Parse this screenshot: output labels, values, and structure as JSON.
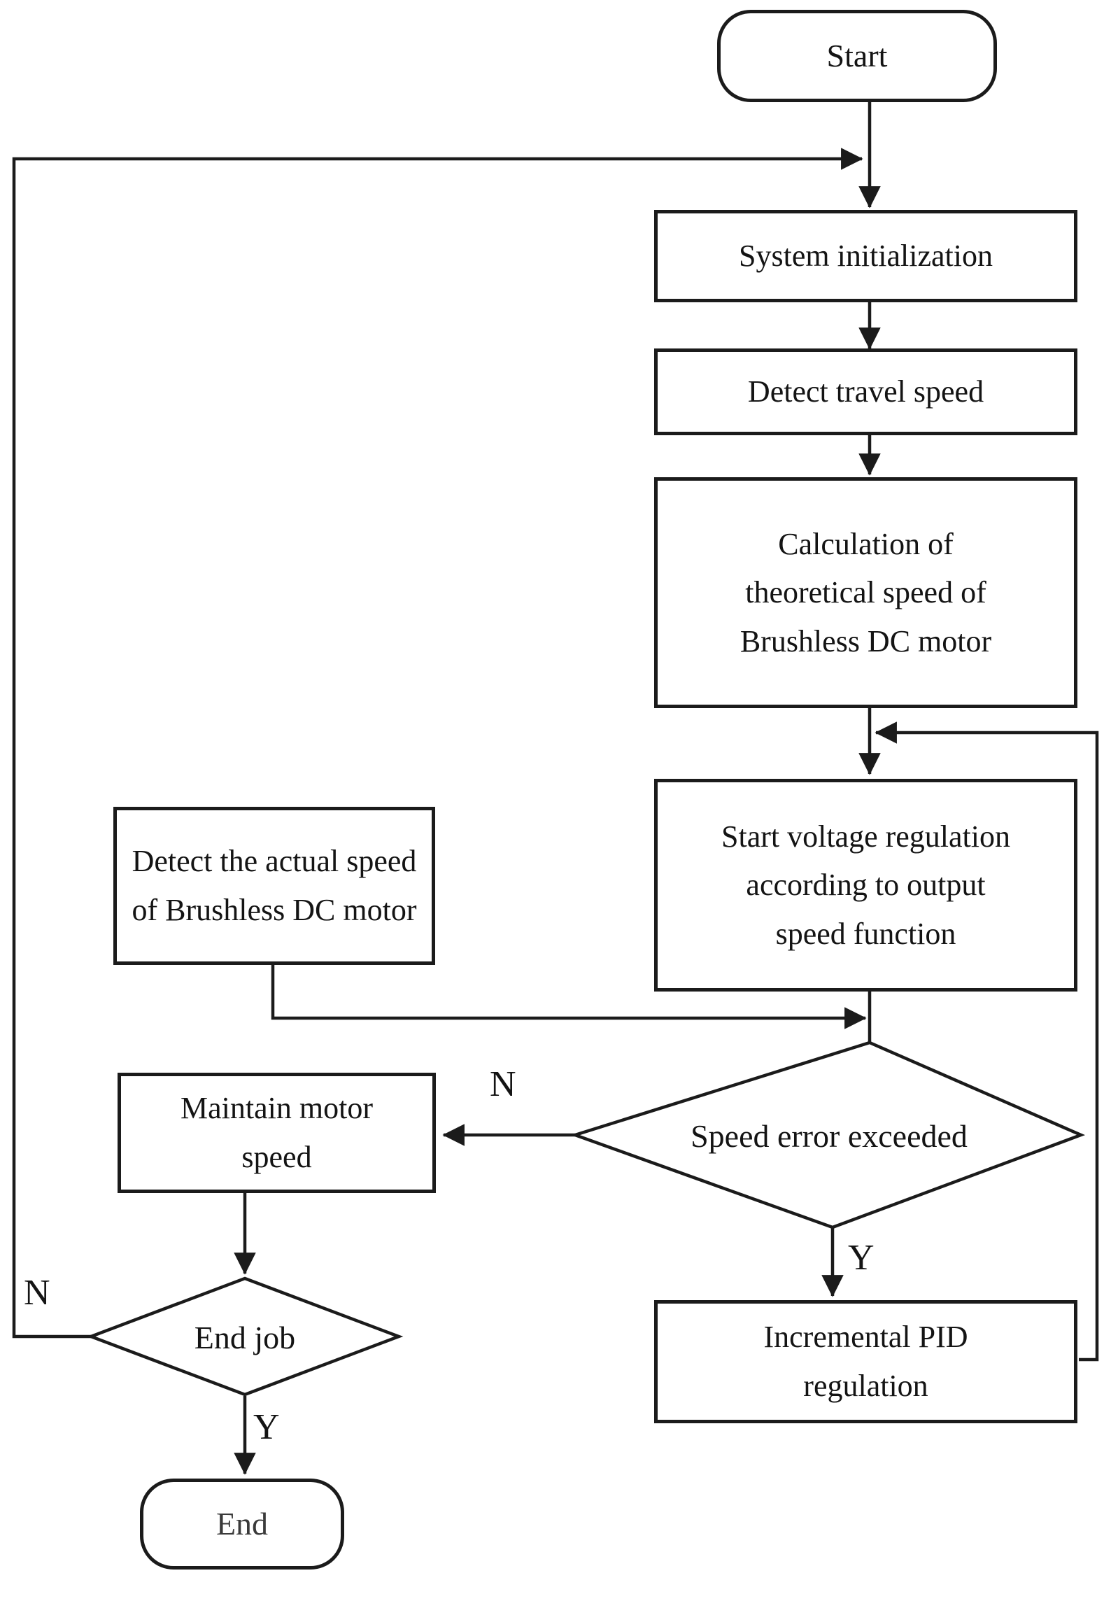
{
  "figure": {
    "type": "flowchart",
    "colors": {
      "background": "#ffffff",
      "stroke": "#1b1b1b",
      "text": "#141414"
    },
    "nodes": {
      "start": {
        "shape": "terminator",
        "label": "Start"
      },
      "system_init": {
        "shape": "process",
        "label": "System initialization"
      },
      "detect_travel_speed": {
        "shape": "process",
        "label": "Detect travel speed"
      },
      "calc_theoretical_speed": {
        "shape": "process",
        "lines": [
          "Calculation of",
          "theoretical speed of",
          "Brushless DC motor"
        ]
      },
      "start_voltage_regulation": {
        "shape": "process",
        "lines": [
          "Start voltage regulation",
          "according to output",
          "speed function"
        ]
      },
      "detect_actual_speed": {
        "shape": "process",
        "lines": [
          "Detect the actual speed",
          "of Brushless DC motor"
        ]
      },
      "speed_error_exceeded": {
        "shape": "decision",
        "label": "Speed error exceeded"
      },
      "maintain_motor_speed": {
        "shape": "process",
        "lines": [
          "Maintain motor",
          "speed"
        ]
      },
      "incremental_pid": {
        "shape": "process",
        "lines": [
          "Incremental PID",
          "regulation"
        ]
      },
      "end_job": {
        "shape": "decision",
        "label": "End job"
      },
      "end": {
        "shape": "terminator",
        "label": "End"
      }
    },
    "branch_labels": {
      "speed_error_no": "N",
      "speed_error_yes": "Y",
      "end_job_no": "N",
      "end_job_yes": "Y"
    }
  }
}
